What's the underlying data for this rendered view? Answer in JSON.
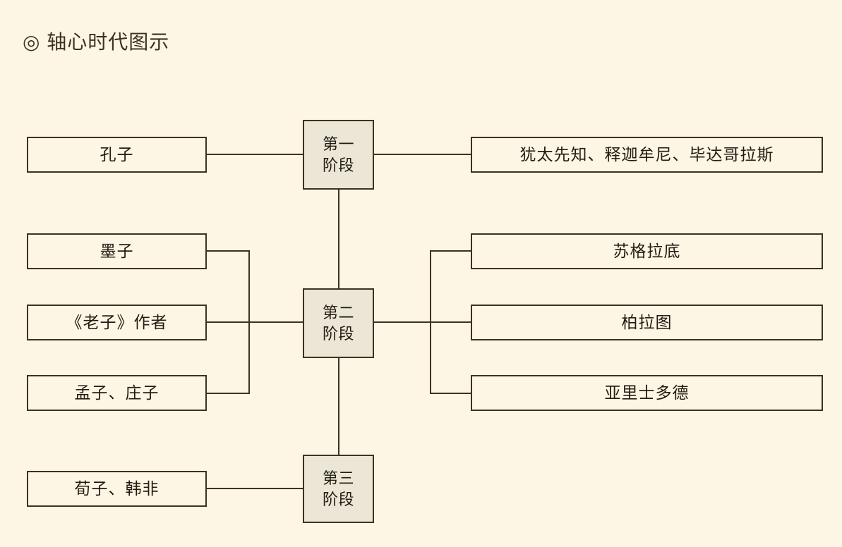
{
  "page": {
    "title": "◎ 轴心时代图示",
    "background_color": "#fdf6e4",
    "line_color": "#3d3222",
    "node_fill": "#fdf6e4",
    "stage_fill": "#ebe6d6",
    "text_color": "#221c12"
  },
  "stages": [
    {
      "id": "stage-1",
      "label": "第一\n阶段",
      "line1": "第一",
      "line2": "阶段"
    },
    {
      "id": "stage-2",
      "label": "第二\n阶段",
      "line1": "第二",
      "line2": "阶段"
    },
    {
      "id": "stage-3",
      "label": "第三\n阶段",
      "line1": "第三",
      "line2": "阶段"
    }
  ],
  "left_nodes": [
    {
      "id": "left-1",
      "label": "孔子",
      "stage": "第一阶段"
    },
    {
      "id": "left-2",
      "label": "墨子",
      "stage": "第二阶段"
    },
    {
      "id": "left-3",
      "label": "《老子》作者",
      "stage": "第二阶段"
    },
    {
      "id": "left-4",
      "label": "孟子、庄子",
      "stage": "第二阶段"
    },
    {
      "id": "left-5",
      "label": "荀子、韩非",
      "stage": "第三阶段"
    }
  ],
  "right_nodes": [
    {
      "id": "right-1",
      "label": "犹太先知、释迦牟尼、毕达哥拉斯",
      "stage": "第一阶段"
    },
    {
      "id": "right-2",
      "label": "苏格拉底",
      "stage": "第二阶段"
    },
    {
      "id": "right-3",
      "label": "柏拉图",
      "stage": "第二阶段"
    },
    {
      "id": "right-4",
      "label": "亚里士多德",
      "stage": "第二阶段"
    }
  ]
}
